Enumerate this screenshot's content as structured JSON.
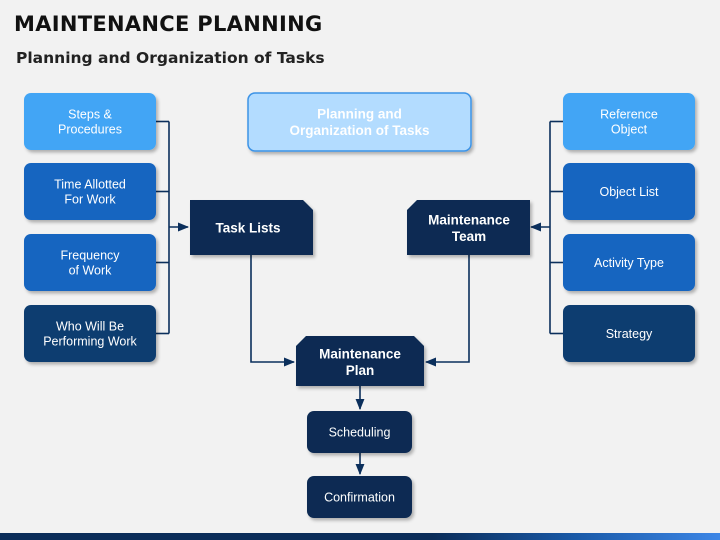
{
  "title": "MAINTENANCE PLANNING",
  "subtitle": "Planning and Organization of Tasks",
  "colors": {
    "light": "#42a5f5",
    "medium": "#1565c0",
    "dark": "#0d3c70",
    "navy": "#0a2b52",
    "header_fill": "#b3dcff",
    "header_stroke": "#3c93e6",
    "line": "#0b2f5c"
  },
  "header_box": {
    "label": "Planning and\nOrganization of Tasks"
  },
  "left_items": [
    {
      "label": "Steps &\nProcedures",
      "tone": "light"
    },
    {
      "label": "Time Allotted\nFor Work",
      "tone": "medium"
    },
    {
      "label": "Frequency\nof Work",
      "tone": "medium"
    },
    {
      "label": "Who Will Be\nPerforming Work",
      "tone": "dark"
    }
  ],
  "right_items": [
    {
      "label": "Reference\nObject",
      "tone": "light"
    },
    {
      "label": "Object List",
      "tone": "medium"
    },
    {
      "label": "Activity Type",
      "tone": "medium"
    },
    {
      "label": "Strategy",
      "tone": "dark"
    }
  ],
  "task_lists": {
    "label": "Task Lists"
  },
  "maintenance_team": {
    "label": "Maintenance\nTeam"
  },
  "maintenance_plan": {
    "label": "Maintenance\nPlan"
  },
  "scheduling": {
    "label": "Scheduling"
  },
  "confirmation": {
    "label": "Confirmation"
  }
}
